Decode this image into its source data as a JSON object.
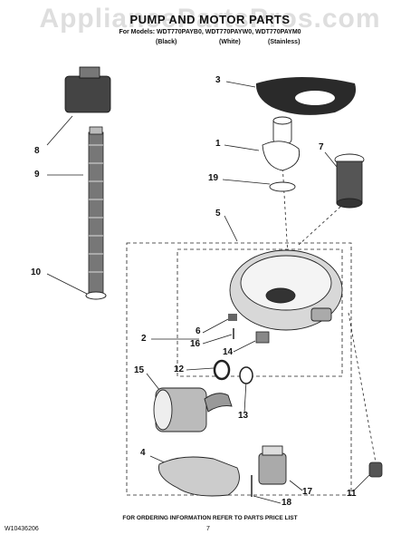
{
  "watermark": "AppliancePartsPros.com",
  "header": {
    "title": "PUMP AND MOTOR PARTS",
    "models_line": "For Models: WDT770PAYB0, WDT770PAYW0, WDT770PAYM0",
    "variants": [
      "(Black)",
      "(White)",
      "(Stainless)"
    ]
  },
  "callouts": [
    "1",
    "2",
    "3",
    "4",
    "5",
    "6",
    "7",
    "8",
    "9",
    "10",
    "11",
    "12",
    "13",
    "14",
    "15",
    "16",
    "17",
    "18",
    "19"
  ],
  "footer": {
    "ordering_note": "FOR ORDERING INFORMATION REFER TO PARTS PRICE LIST",
    "doc_number": "W10436206",
    "page_number": "7"
  }
}
